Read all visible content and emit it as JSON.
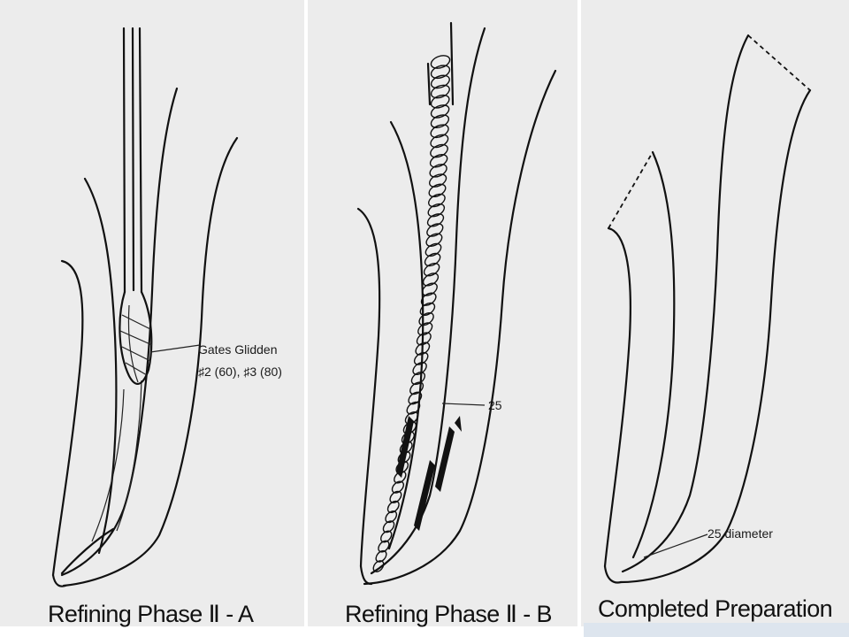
{
  "panels": [
    {
      "caption": "Refining Phase Ⅱ - A",
      "annotation_line1": "Gates Glidden",
      "annotation_line2": "♯2 (60), ♯3 (80)"
    },
    {
      "caption": "Refining Phase Ⅱ - B",
      "annotation": "25"
    },
    {
      "caption": "Completed Preparation",
      "annotation": "25 diameter"
    }
  ],
  "colors": {
    "panel_background": "#ececec",
    "line": "#111111",
    "separator": "#ffffff"
  }
}
